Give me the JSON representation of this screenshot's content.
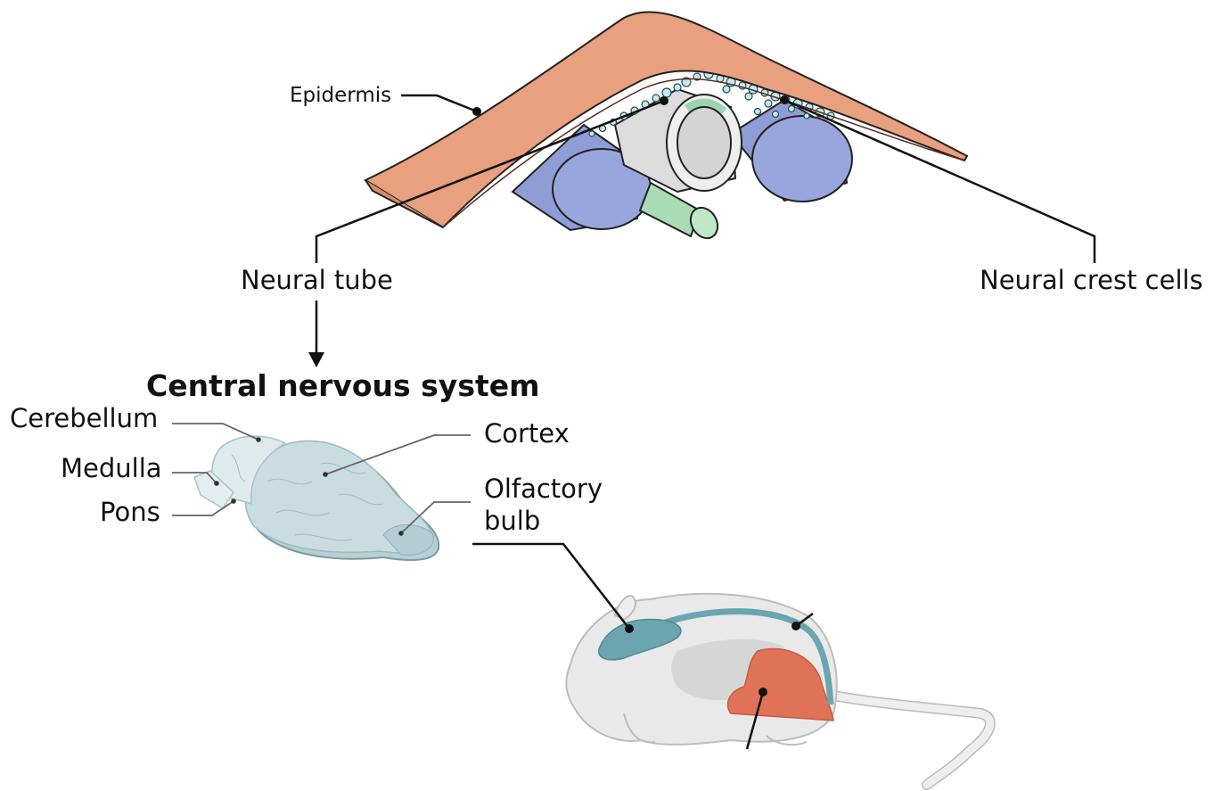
{
  "figure": {
    "labels": {
      "epidermis": "Epidermis",
      "neural_tube": "Neural tube",
      "neural_crest_cells": "Neural crest cells",
      "cns_title": "Central nervous system",
      "cerebellum": "Cerebellum",
      "medulla": "Medulla",
      "pons": "Pons",
      "cortex": "Cortex",
      "olfactory_bulb": "Olfactory\nbulb"
    },
    "colors": {
      "epidermis": "#e8a07e",
      "somite": "#8f9fd8",
      "notochord": "#a8dcb4",
      "neural_tube": "#e6e6e6",
      "neural_crest": "#c9e8ec",
      "brain": "#c9dde1",
      "mouse_body": "#e9e9e9",
      "mouse_cns": "#6ba6b0",
      "mouse_organ": "#e07257"
    }
  }
}
